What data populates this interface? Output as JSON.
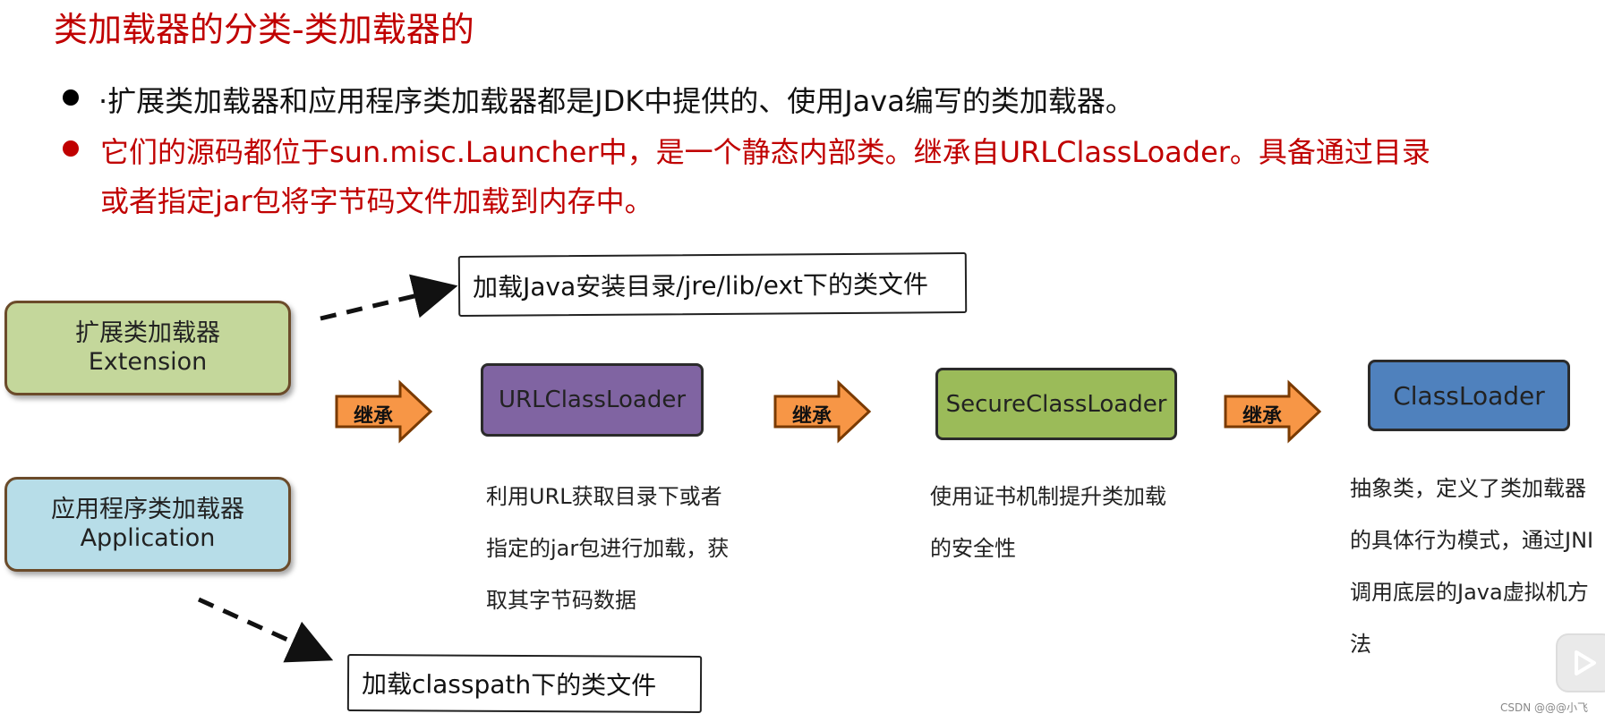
{
  "title": "类加载器的分类-类加载器的",
  "bullets": [
    {
      "text": "·扩展类加载器和应用程序类加载器都是JDK中提供的、使用Java编写的类加载器。",
      "color": "#111111"
    },
    {
      "line1": "它们的源码都位于sun.misc.Launcher中，是一个静态内部类。继承自URLClassLoader。具备通过目录",
      "line2": "或者指定jar包将字节码文件加载到内存中。",
      "color": "#c00000"
    }
  ],
  "loaders": {
    "extension": {
      "line1": "扩展类加载器",
      "line2": "Extension",
      "color": "#c4d79b"
    },
    "application": {
      "line1": "应用程序类加载器",
      "line2": "Application",
      "color": "#b7dde8"
    }
  },
  "callouts": {
    "extension": "加载Java安装目录/jre/lib/ext下的类文件",
    "application": "加载classpath下的类文件"
  },
  "inherit_label": "继承",
  "classes": [
    {
      "name": "URLClassLoader",
      "color": "#8064a2",
      "desc": [
        "利用URL获取目录下或者",
        "指定的jar包进行加载，获",
        "取其字节码数据"
      ]
    },
    {
      "name": "SecureClassLoader",
      "color": "#9bbb59",
      "desc": [
        "使用证书机制提升类加载",
        "的安全性"
      ]
    },
    {
      "name": "ClassLoader",
      "color": "#4f81bd",
      "desc": [
        "抽象类，定义了类加载器",
        "的具体行为模式，通过JNI",
        "调用底层的Java虚拟机方",
        "法"
      ]
    }
  ],
  "watermark": "CSDN @@@小飞",
  "icons": {
    "play": "play-icon"
  }
}
